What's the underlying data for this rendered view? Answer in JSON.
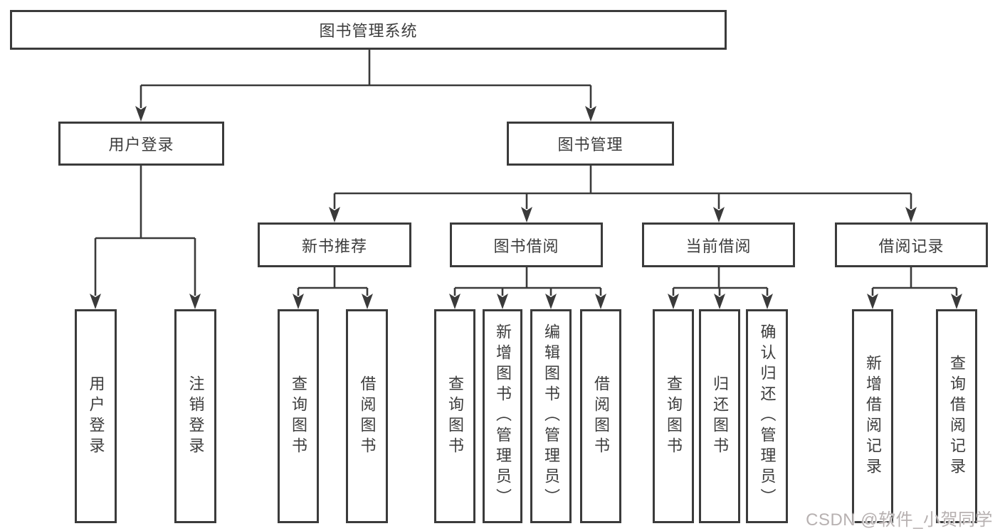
{
  "colors": {
    "line": "#3a3a3a",
    "border": "#3b3b3b",
    "text": "#3d3d3d",
    "watermark": "#b7b1b1",
    "background": "#ffffff"
  },
  "watermark": {
    "text": "CSDN @软件_小贺同学"
  },
  "tree": {
    "label": "图书管理系统",
    "children": [
      {
        "label": "用户登录",
        "children": [
          {
            "label": "用户登录"
          },
          {
            "label": "注销登录"
          }
        ]
      },
      {
        "label": "图书管理",
        "children": [
          {
            "label": "新书推荐",
            "children": [
              {
                "label": "查询图书"
              },
              {
                "label": "借阅图书"
              }
            ]
          },
          {
            "label": "图书借阅",
            "children": [
              {
                "label": "查询图书"
              },
              {
                "label": "新增图书（管理员）"
              },
              {
                "label": "编辑图书（管理员）"
              },
              {
                "label": "借阅图书"
              }
            ]
          },
          {
            "label": "当前借阅",
            "children": [
              {
                "label": "查询图书"
              },
              {
                "label": "归还图书"
              },
              {
                "label": "确认归还（管理员）"
              }
            ]
          },
          {
            "label": "借阅记录",
            "children": [
              {
                "label": "新增借阅记录"
              },
              {
                "label": "查询借阅记录"
              }
            ]
          }
        ]
      }
    ]
  }
}
